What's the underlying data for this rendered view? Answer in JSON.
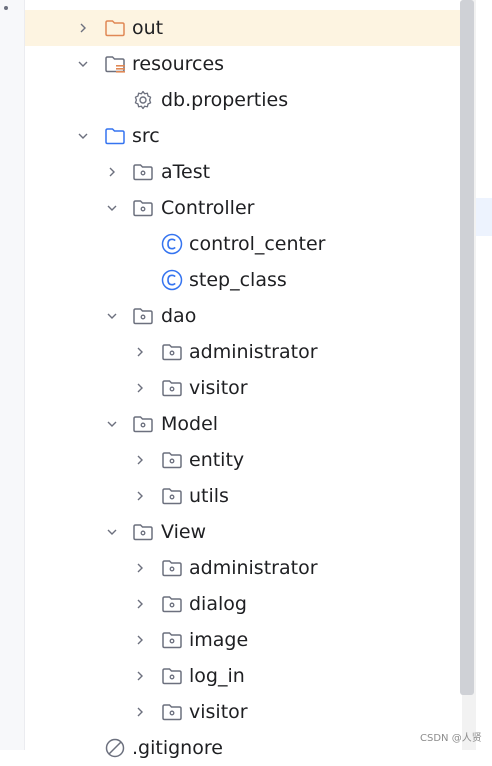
{
  "tree": {
    "out": {
      "label": "out",
      "expanded": false,
      "icon": "folder-orange-icon"
    },
    "resources": {
      "label": "resources",
      "expanded": true,
      "icon": "resources-folder-icon"
    },
    "db_properties": {
      "label": "db.properties",
      "icon": "gear-icon"
    },
    "src": {
      "label": "src",
      "expanded": true,
      "icon": "folder-blue-icon"
    },
    "atest": {
      "label": "aTest",
      "expanded": false,
      "icon": "package-icon"
    },
    "controller": {
      "label": "Controller",
      "expanded": true,
      "icon": "package-icon"
    },
    "control_center": {
      "label": "control_center",
      "icon": "class-icon"
    },
    "step_class": {
      "label": "step_class",
      "icon": "class-icon"
    },
    "dao": {
      "label": "dao",
      "expanded": true,
      "icon": "package-icon"
    },
    "dao_administrator": {
      "label": "administrator",
      "expanded": false,
      "icon": "package-icon"
    },
    "dao_visitor": {
      "label": "visitor",
      "expanded": false,
      "icon": "package-icon"
    },
    "model": {
      "label": "Model",
      "expanded": true,
      "icon": "package-icon"
    },
    "entity": {
      "label": "entity",
      "expanded": false,
      "icon": "package-icon"
    },
    "utils": {
      "label": "utils",
      "expanded": false,
      "icon": "package-icon"
    },
    "view": {
      "label": "View",
      "expanded": true,
      "icon": "package-icon"
    },
    "view_administrator": {
      "label": "administrator",
      "expanded": false,
      "icon": "package-icon"
    },
    "dialog": {
      "label": "dialog",
      "expanded": false,
      "icon": "package-icon"
    },
    "image": {
      "label": "image",
      "expanded": false,
      "icon": "package-icon"
    },
    "log_in": {
      "label": "log_in",
      "expanded": false,
      "icon": "package-icon"
    },
    "view_visitor": {
      "label": "visitor",
      "expanded": false,
      "icon": "package-icon"
    },
    "gitignore": {
      "label": ".gitignore",
      "icon": "ignored-file-icon"
    }
  },
  "colors": {
    "selection_bg": "#fdf4e1",
    "folder_orange": "#e08855",
    "folder_blue": "#3574f0",
    "class_blue": "#3574f0",
    "package_gray": "#6c707e"
  },
  "watermark": "CSDN @人贤"
}
